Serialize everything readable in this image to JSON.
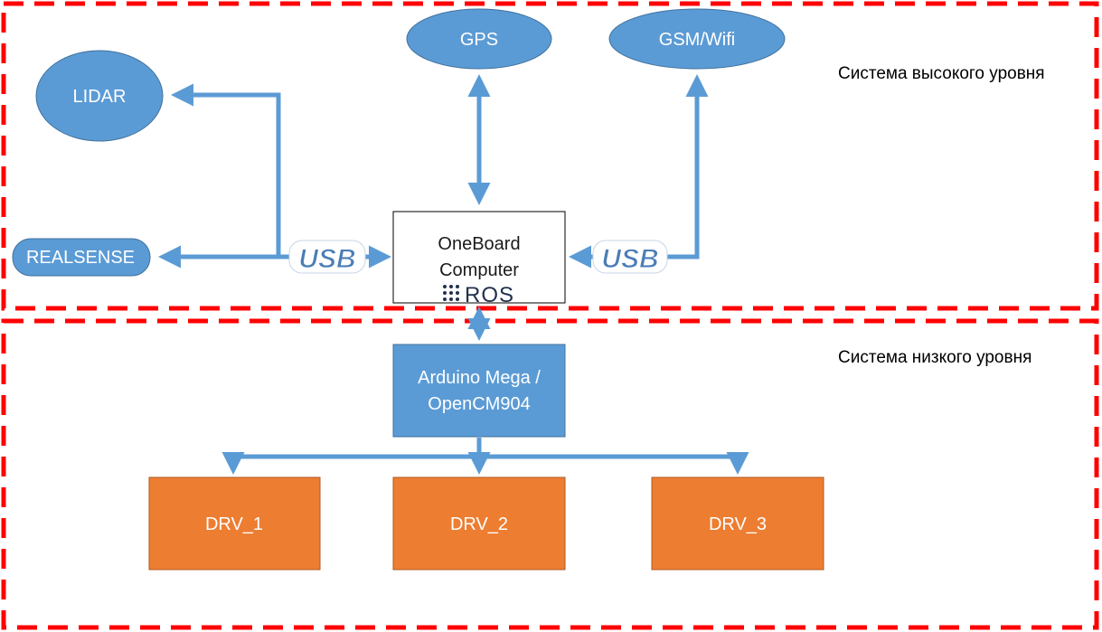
{
  "colors": {
    "ellipse_fill": "#5b9bd5",
    "ellipse_stroke": "#41719c",
    "arduino_fill": "#5b9bd5",
    "driver_fill": "#ed7d31",
    "driver_stroke": "#ae5a21",
    "arrow": "#5b9bd5",
    "zone_border": "#ff0000",
    "usb": "#4a7db6",
    "ros": "#22314e"
  },
  "zones": {
    "high": {
      "label": "Система высокого уровня"
    },
    "low": {
      "label": "Система низкого уровня"
    }
  },
  "nodes": {
    "gps": {
      "label": "GPS",
      "icon": "ellipse"
    },
    "gsm": {
      "label": "GSM/Wifi",
      "icon": "ellipse"
    },
    "lidar": {
      "label": "LIDAR",
      "icon": "ellipse"
    },
    "realsense": {
      "label": "REALSENSE",
      "icon": "rounded-rect"
    },
    "computer": {
      "line1": "OneBoard",
      "line2": "Computer",
      "logo": "ROS"
    },
    "arduino": {
      "line1": "Arduino Mega /",
      "line2": "OpenCM904"
    },
    "drivers": [
      {
        "label": "DRV_1"
      },
      {
        "label": "DRV_2"
      },
      {
        "label": "DRV_3"
      }
    ]
  },
  "usb_badges": [
    {
      "text": "USB"
    },
    {
      "text": "USB"
    }
  ]
}
